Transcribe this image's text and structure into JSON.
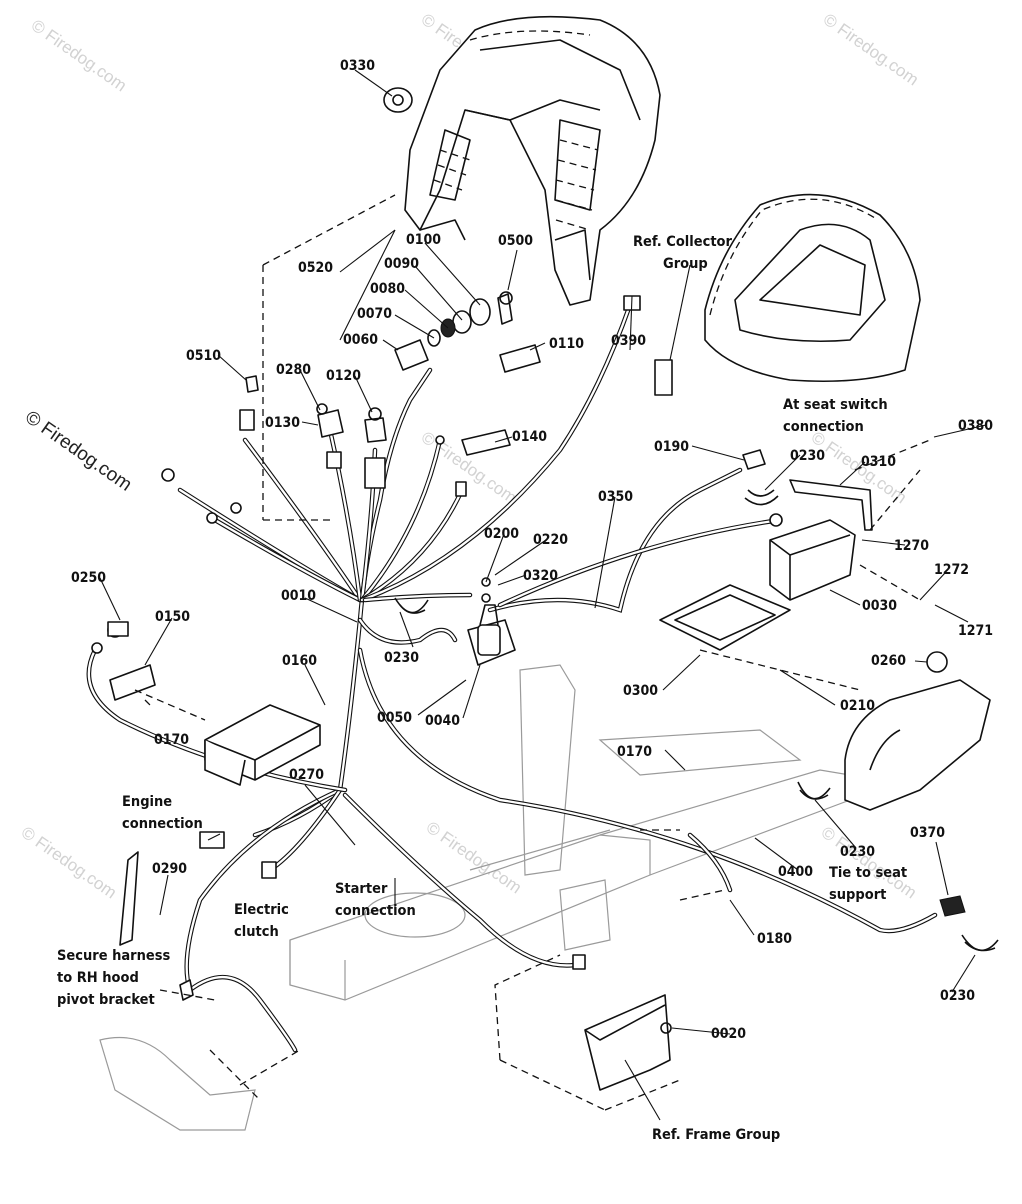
{
  "watermark": {
    "main": "© Firedog.com",
    "faint": [
      "© Firedog.com",
      "© Firedog.com",
      "© Firedog.com",
      "© Firedog.com",
      "© Firedog.com",
      "© Firedog.com",
      "© Firedog.com",
      "© Firedog.com"
    ]
  },
  "part_numbers": {
    "p0330": "0330",
    "p0100": "0100",
    "p0500": "0500",
    "p0520": "0520",
    "p0090": "0090",
    "p0080": "0080",
    "p0070": "0070",
    "p0060": "0060",
    "p0110": "0110",
    "p0390": "0390",
    "p0510": "0510",
    "p0280": "0280",
    "p0120": "0120",
    "p0130": "0130",
    "p0140": "0140",
    "p0380": "0380",
    "p0190": "0190",
    "p0230a": "0230",
    "p0310": "0310",
    "p0350": "0350",
    "p1270": "1270",
    "p0200": "0200",
    "p0220": "0220",
    "p0320": "0320",
    "p1272": "1272",
    "p0030": "0030",
    "p1271": "1271",
    "p0250": "0250",
    "p0150": "0150",
    "p0010": "0010",
    "p0160": "0160",
    "p0230b": "0230",
    "p0260": "0260",
    "p0300": "0300",
    "p0210": "0210",
    "p0050": "0050",
    "p0040": "0040",
    "p0170a": "0170",
    "p0170b": "0170",
    "p0270": "0270",
    "p0230c": "0230",
    "p0400": "0400",
    "p0370": "0370",
    "p0290": "0290",
    "p0180": "0180",
    "p0230d": "0230",
    "p0020": "0020"
  },
  "notes": {
    "ref_collector_1": "Ref. Collector",
    "ref_collector_2": "Group",
    "seat_switch_1": "At seat switch",
    "seat_switch_2": "connection",
    "engine_1": "Engine",
    "engine_2": "connection",
    "tie_1": "Tie to seat",
    "tie_2": "support",
    "starter_1": "Starter",
    "starter_2": "connection",
    "clutch_1": "Electric",
    "clutch_2": "clutch",
    "secure_1": "Secure harness",
    "secure_2": "to RH hood",
    "secure_3": "pivot bracket",
    "ref_frame": "Ref. Frame Group"
  }
}
